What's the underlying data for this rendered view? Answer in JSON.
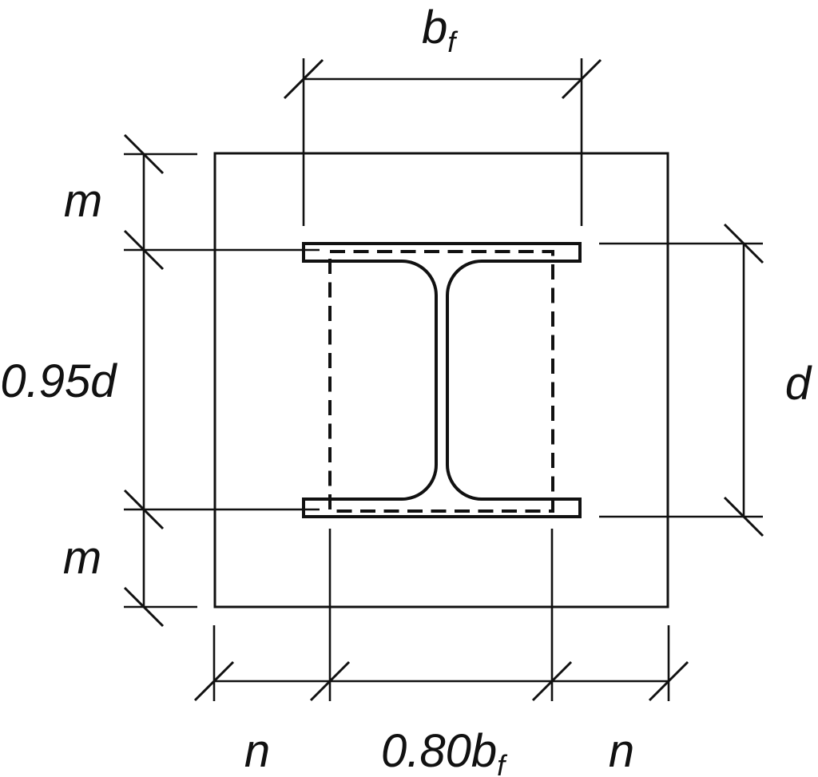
{
  "figure": {
    "kind": "engineering base-plate dimension diagram",
    "background_color": "#ffffff",
    "line_color": "#111111"
  },
  "dimensions": {
    "top": {
      "label_base": "b",
      "label_sub": "f"
    },
    "left": {
      "top": "m",
      "middle": "0.95d",
      "bottom": "m"
    },
    "right": {
      "label": "d"
    },
    "bottom": {
      "left": "n",
      "middle_base": "0.80b",
      "middle_sub": "f",
      "right": "n"
    }
  }
}
